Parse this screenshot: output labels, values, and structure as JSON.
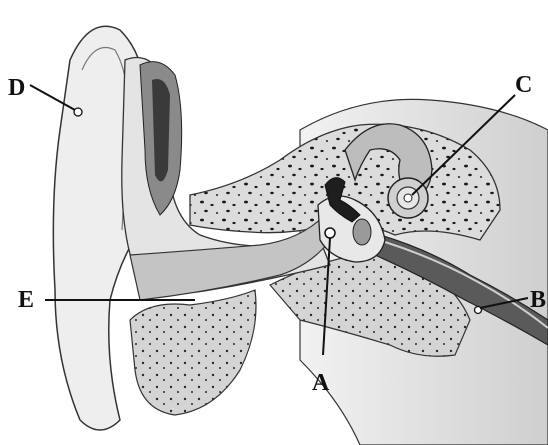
{
  "diagram": {
    "labels": {
      "A": "A",
      "B": "B",
      "C": "C",
      "D": "D",
      "E": "E"
    }
  },
  "colors": {
    "ink": "#111111",
    "bone": "#d9d9d9",
    "skin": "#ededed",
    "canal": "#bdbdbd",
    "speckle": "#1a1a1a"
  }
}
